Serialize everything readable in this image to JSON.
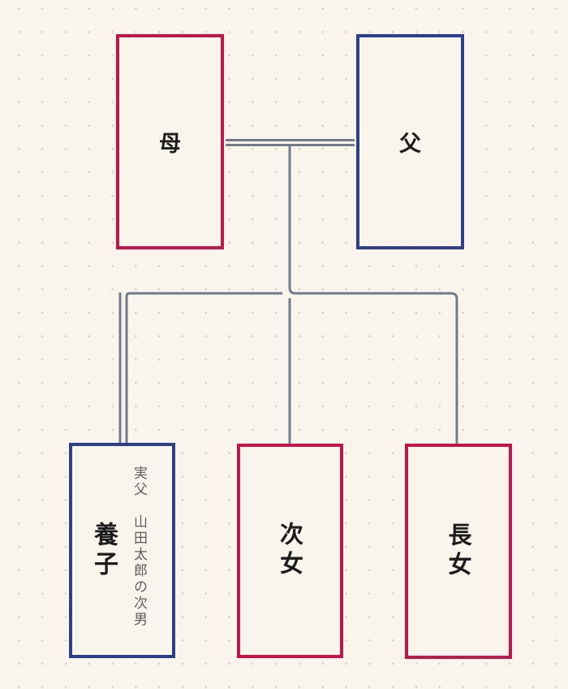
{
  "diagram": {
    "type": "family-tree",
    "background_color": "#faf5ec",
    "colors": {
      "female_border": "#c0164c",
      "male_border": "#2c3e8c",
      "line": "#737b8a",
      "label_text": "#1c1c1c",
      "annotation_text": "#5d5d5d",
      "grid_dot": "#d2cec6"
    },
    "nodes": [
      {
        "id": "mother",
        "label": "母",
        "border": "female"
      },
      {
        "id": "father",
        "label": "父",
        "border": "male"
      },
      {
        "id": "adopted_child",
        "label": "養子",
        "annotation": "実父　山田太郎の次男",
        "border": "male"
      },
      {
        "id": "second_daughter",
        "label": "次女",
        "border": "female"
      },
      {
        "id": "eldest_daughter",
        "label": "長女",
        "border": "female"
      }
    ],
    "relations": [
      {
        "id": "marriage",
        "between": [
          "mother",
          "father"
        ],
        "style": "double-line"
      },
      {
        "id": "adoption",
        "to": "adopted_child",
        "style": "double-line"
      },
      {
        "id": "descent",
        "from": "marriage",
        "to": [
          "adopted_child",
          "second_daughter",
          "eldest_daughter"
        ],
        "style": "single-line"
      }
    ]
  }
}
